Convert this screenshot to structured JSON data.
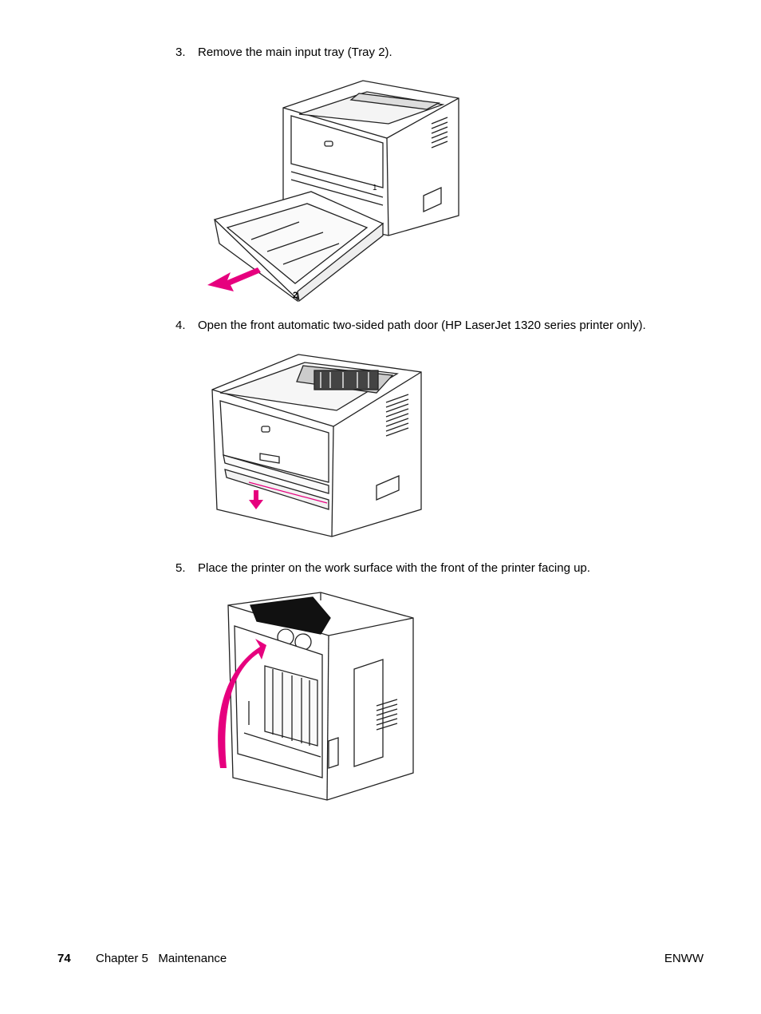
{
  "steps": [
    {
      "number": "3.",
      "text": "Remove the main input tray (Tray 2)."
    },
    {
      "number": "4.",
      "text": "Open the front automatic two-sided path door (HP LaserJet 1320 series printer only)."
    },
    {
      "number": "5.",
      "text": "Place the printer on the work surface with the front of the printer facing up."
    }
  ],
  "figures": {
    "fig1_tray_label": "2",
    "fig1_slot_label": "1"
  },
  "footer": {
    "page_number": "74",
    "chapter": "Chapter 5   Maintenance",
    "right_text": "ENWW"
  },
  "colors": {
    "accent_arrow": "#e6007e",
    "line": "#222222"
  }
}
